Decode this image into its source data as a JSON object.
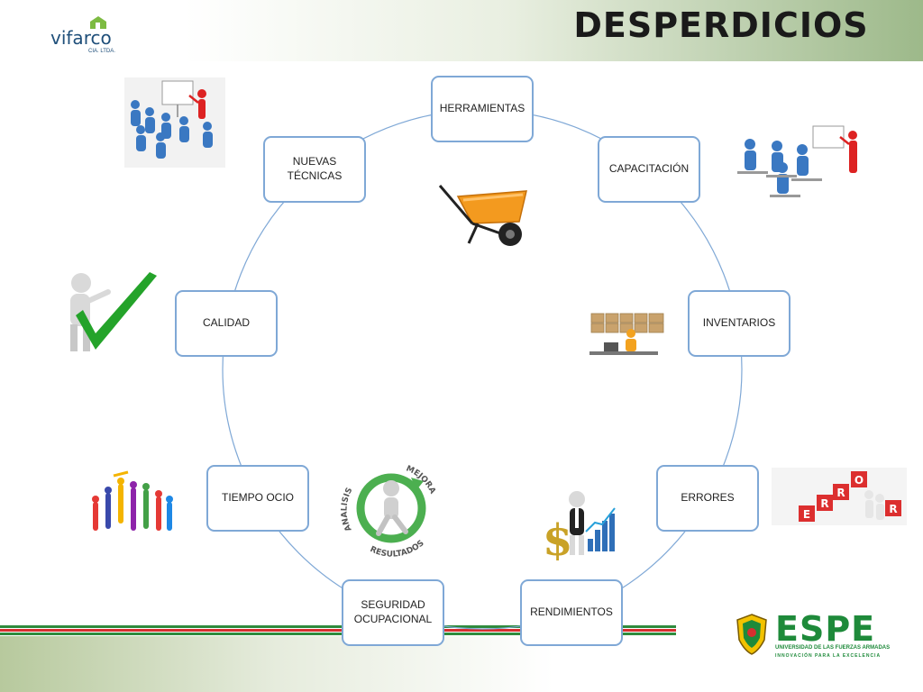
{
  "title": "DESPERDICIOS",
  "logo": {
    "name": "vifarco",
    "subtitle": "CIA. LTDA."
  },
  "nodes": {
    "herramientas": "HERRAMIENTAS",
    "capacitacion": "CAPACITACIÓN",
    "inventarios": "INVENTARIOS",
    "errores": "ERRORES",
    "rendimientos": "RENDIMIENTOS",
    "seguridad": "SEGURIDAD OCUPACIONAL",
    "tiempo_ocio": "TIEMPO OCIO",
    "calidad": "CALIDAD",
    "nuevas_tecnicas": "NUEVAS TÉCNICAS"
  },
  "cycle_icon": {
    "top_left": "ANALISIS",
    "top_right": "MEJORA",
    "bottom": "RESULTADOS"
  },
  "error_blocks": [
    "E",
    "R",
    "R",
    "O",
    "R"
  ],
  "espe": {
    "name": "ESPE",
    "university": "UNIVERSIDAD DE LAS FUERZAS ARMADAS",
    "motto": "INNOVACIÓN PARA LA EXCELENCIA"
  },
  "colors": {
    "node_border": "#7fa8d6",
    "accent_green": "#1e8a3a",
    "stripe_red": "#d62f2f"
  }
}
